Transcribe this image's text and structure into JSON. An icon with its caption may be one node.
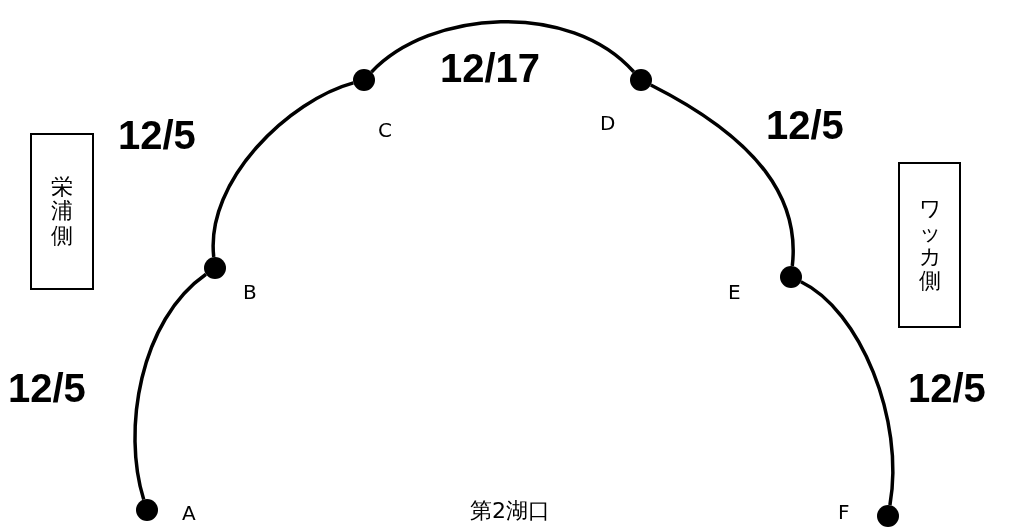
{
  "diagram": {
    "nodes": [
      {
        "text": [],
        "shape": "circle",
        "beside": [
          "A"
        ]
      },
      {
        "text": [],
        "shape": "circle",
        "beside": [
          "B"
        ]
      },
      {
        "text": [],
        "shape": "circle",
        "beside": [
          "C"
        ]
      },
      {
        "text": [],
        "shape": "circle",
        "beside": [
          "D"
        ]
      },
      {
        "text": [],
        "shape": "circle",
        "beside": [
          "E"
        ]
      },
      {
        "text": [],
        "shape": "circle",
        "beside": [
          "F"
        ]
      },
      {
        "text": [
          "栄浦側"
        ]
      },
      {
        "text": [
          "ワッカ側"
        ]
      }
    ],
    "edges": [
      {
        "from": 0,
        "to": 1,
        "arrow": "none",
        "label": "12/5"
      },
      {
        "from": 1,
        "to": 2,
        "arrow": "none",
        "label": "12/5"
      },
      {
        "from": 2,
        "to": 3,
        "arrow": "none",
        "label": "12/17"
      },
      {
        "from": 3,
        "to": 4,
        "arrow": "none",
        "label": "12/5"
      },
      {
        "from": 4,
        "to": 5,
        "arrow": "none",
        "label": "12/5"
      }
    ],
    "labels": [
      "第2湖口"
    ]
  }
}
